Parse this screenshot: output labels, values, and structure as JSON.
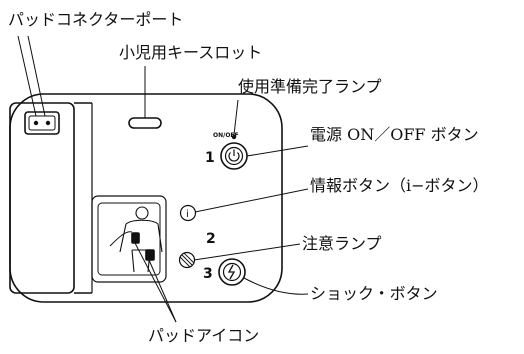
{
  "labels": {
    "pad_connector_port": "パッドコネクターポート",
    "pediatric_key_slot": "小児用キースロット",
    "ready_lamp": "使用準備完了ランプ",
    "power_button": "電源 ON／OFF ボタン",
    "info_button": "情報ボタン（i−ボタン）",
    "caution_lamp": "注意ランプ",
    "shock_button": "ショック・ボタン",
    "pad_icons": "パッドアイコン"
  },
  "device": {
    "onoff_text": "ON/OFF",
    "step1": "1",
    "step2": "2",
    "step3": "3",
    "info_glyph": "i"
  }
}
